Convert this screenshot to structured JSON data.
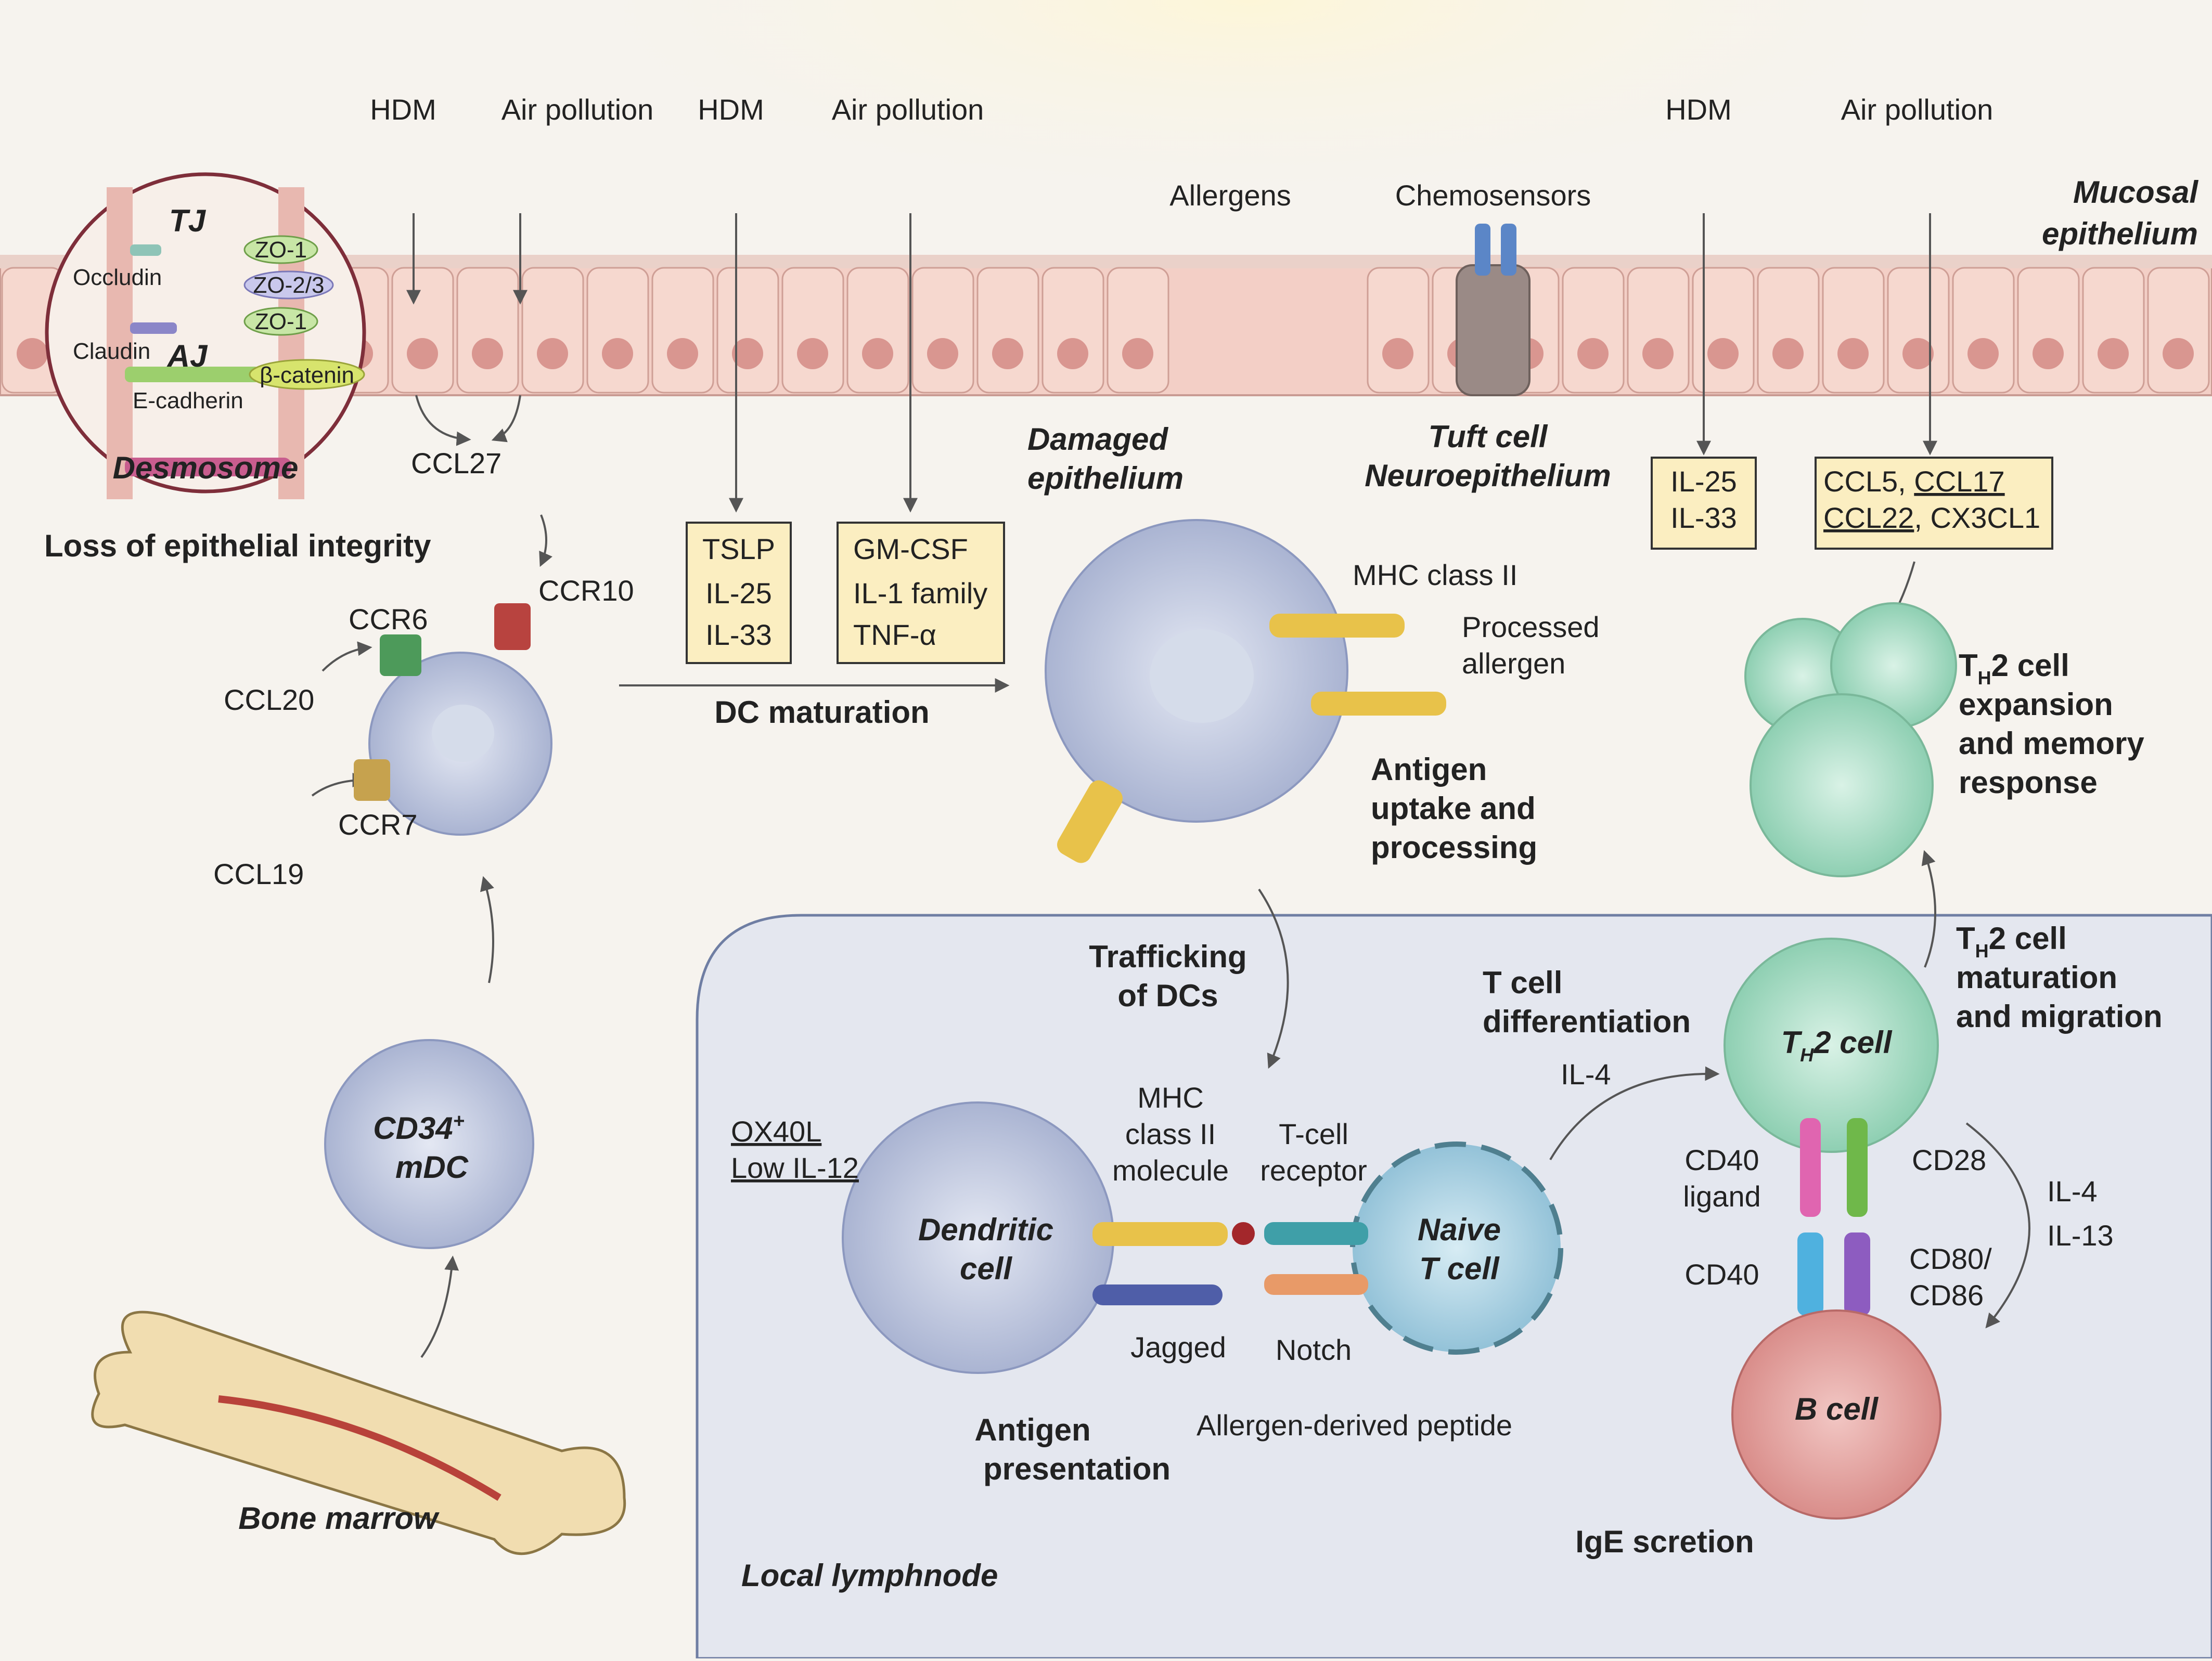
{
  "top_sources": {
    "hdm_1": "HDM",
    "air_1": "Air pollution",
    "hdm_2": "HDM",
    "air_2": "Air pollution",
    "hdm_3": "HDM",
    "air_3": "Air pollution",
    "allergens": "Allergens",
    "chemosensors": "Chemosensors",
    "mucosal_1": "Mucosal",
    "mucosal_2": "epithelium"
  },
  "junction_inset": {
    "tj": "TJ",
    "occludin": "Occludin",
    "zo1_a": "ZO-1",
    "zo23": "ZO-2/3",
    "zo1_b": "ZO-1",
    "claudin": "Claudin",
    "aj": "AJ",
    "bcatenin": "β-catenin",
    "ecadherin": "E-cadherin",
    "desmosome": "Desmosome"
  },
  "left": {
    "loss": "Loss of epithelial integrity",
    "ccl27": "CCL27",
    "ccr10": "CCR10",
    "ccr6": "CCR6",
    "ccl20": "CCL20",
    "ccr7": "CCR7",
    "ccl19": "CCL19",
    "cd34_1": "CD34",
    "cd34_sup": "+",
    "cd34_2": "mDC",
    "bone_marrow": "Bone marrow"
  },
  "boxes": {
    "b1": [
      "TSLP",
      "IL-25",
      "IL-33"
    ],
    "b2": [
      "GM-CSF",
      "IL-1 family",
      "TNF-α"
    ],
    "b3": [
      "IL-25",
      "IL-33"
    ],
    "b4_l1a": "CCL5",
    "b4_l1sep": ", ",
    "b4_l1b": "CCL17",
    "b4_l2a": "CCL22",
    "b4_l2sep": ", ",
    "b4_l2b": "CX3CL1"
  },
  "middle": {
    "dc_maturation": "DC maturation",
    "damaged_1": "Damaged",
    "damaged_2": "epithelium",
    "tuft_1": "Tuft cell",
    "tuft_2": "Neuroepithelium",
    "mhc2": "MHC class II",
    "processed_1": "Processed",
    "processed_2": "allergen",
    "uptake_1": "Antigen",
    "uptake_2": "uptake and",
    "uptake_3": "processing",
    "trafficking_1": "Trafficking",
    "trafficking_2": "of DCs"
  },
  "right": {
    "th2exp_1a": "T",
    "th2exp_1sub": "H",
    "th2exp_1b": "2 cell",
    "th2exp_2": "expansion",
    "th2exp_3": "and memory",
    "th2exp_4": "response",
    "th2mat_1a": "T",
    "th2mat_1sub": "H",
    "th2mat_1b": "2 cell",
    "th2mat_2": "maturation",
    "th2mat_3": "and migration"
  },
  "lymphnode": {
    "title": "Local lymphnode",
    "ox40l": "OX40L",
    "lowil12": "Low IL-12",
    "dc_1": "Dendritic",
    "dc_2": "cell",
    "mhc_1": "MHC",
    "mhc_2": "class II",
    "mhc_3": "molecule",
    "tcr_1": "T-cell",
    "tcr_2": "receptor",
    "jagged": "Jagged",
    "notch": "Notch",
    "peptide": "Allergen-derived peptide",
    "presentation_1": "Antigen",
    "presentation_2": "presentation",
    "naive_1": "Naive",
    "naive_2": "T cell",
    "tdiff_1": "T cell",
    "tdiff_2": "differentiation",
    "il4": "IL-4",
    "th2_a": "T",
    "th2_sub": "H",
    "th2_b": "2 cell",
    "cd40l_1": "CD40",
    "cd40l_2": "ligand",
    "cd28": "CD28",
    "cd40": "CD40",
    "cd80_1": "CD80/",
    "cd80_2": "CD86",
    "il4_b": "IL-4",
    "il13": "IL-13",
    "bcell": "B cell",
    "ige": "IgE scretion"
  }
}
